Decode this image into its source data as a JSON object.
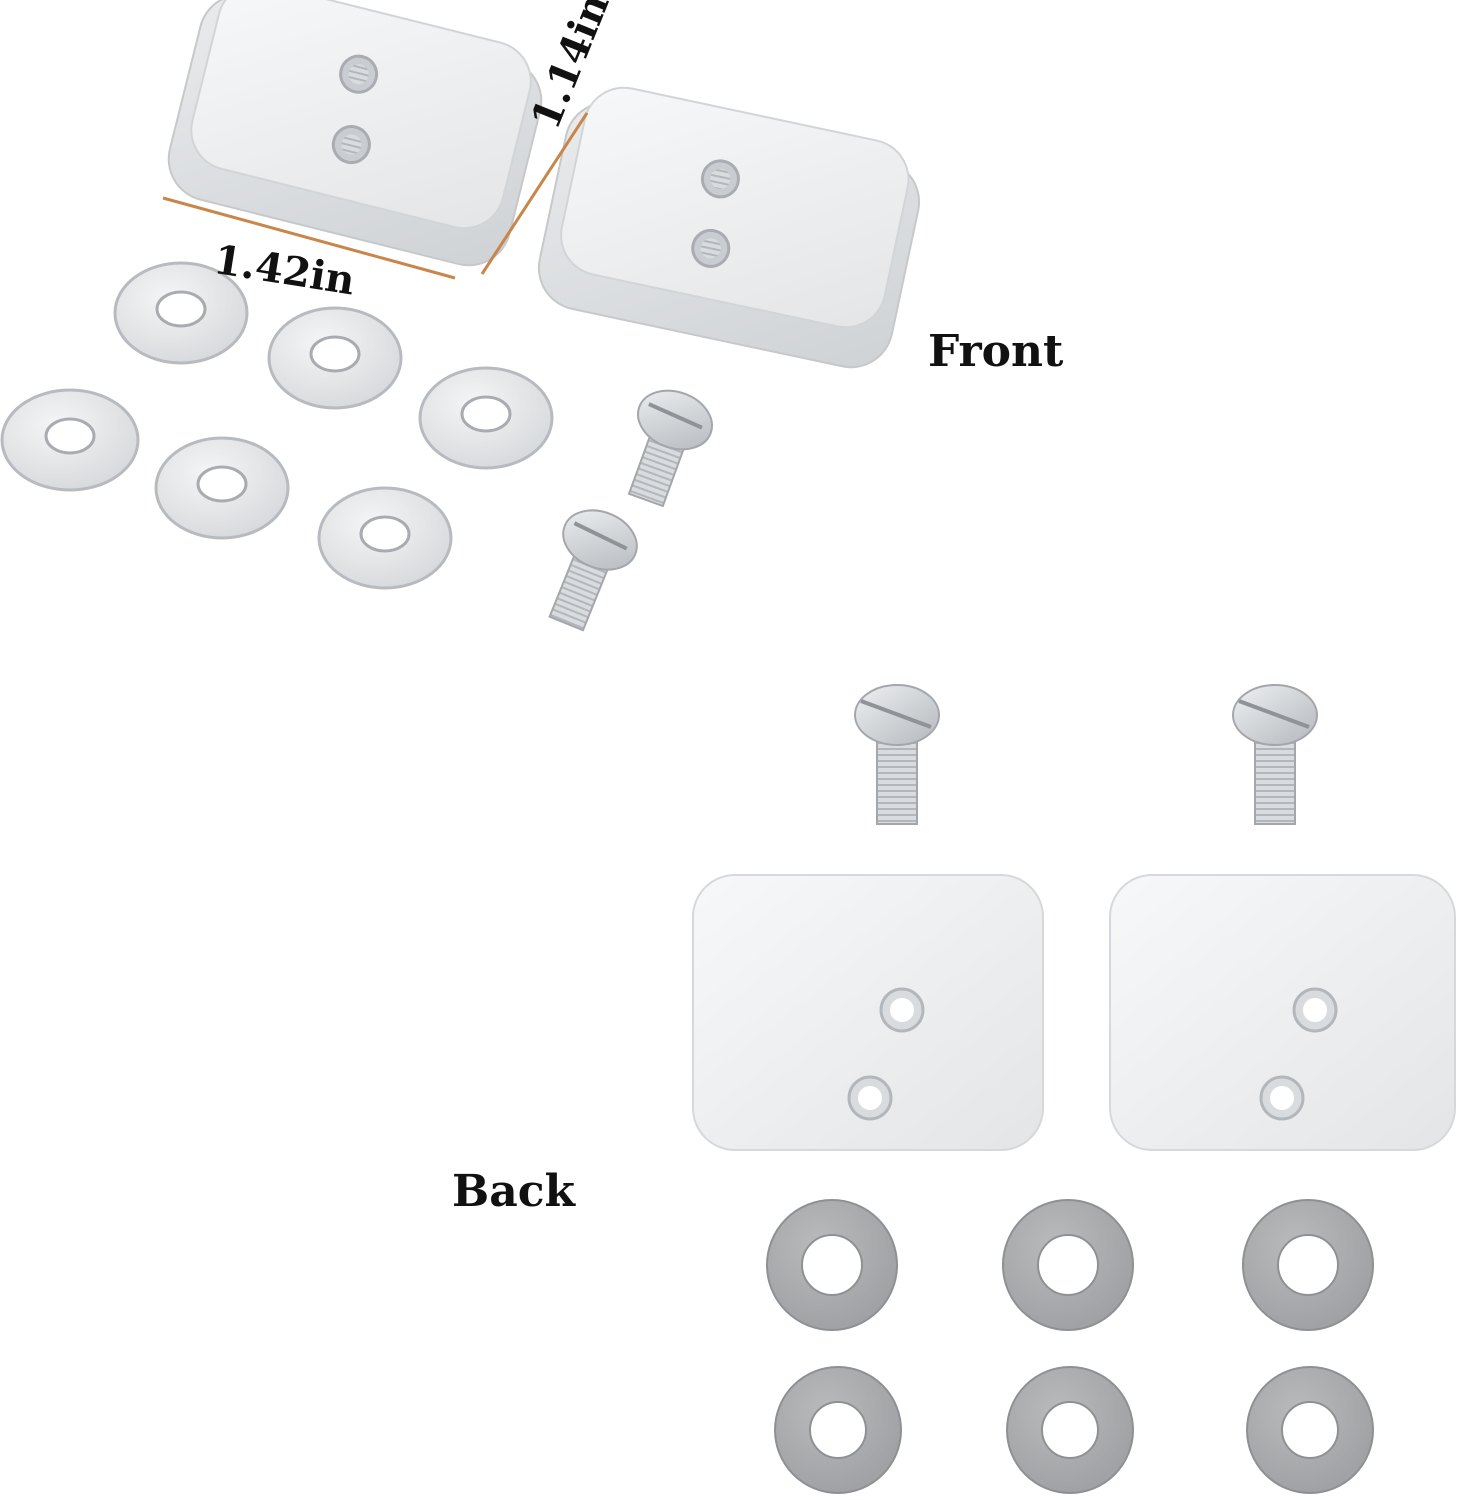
{
  "labels": {
    "front": "Front",
    "back": "Back",
    "width_dim": "1.42in",
    "height_dim": "1.14in"
  },
  "colors": {
    "background": "#ffffff",
    "metal_light": "#f1f2f3",
    "metal_mid": "#dcdee0",
    "metal_edge": "#b9bcc0",
    "washer_back": "#a9abad",
    "dimension_line": "#c8864a",
    "text": "#111111"
  }
}
